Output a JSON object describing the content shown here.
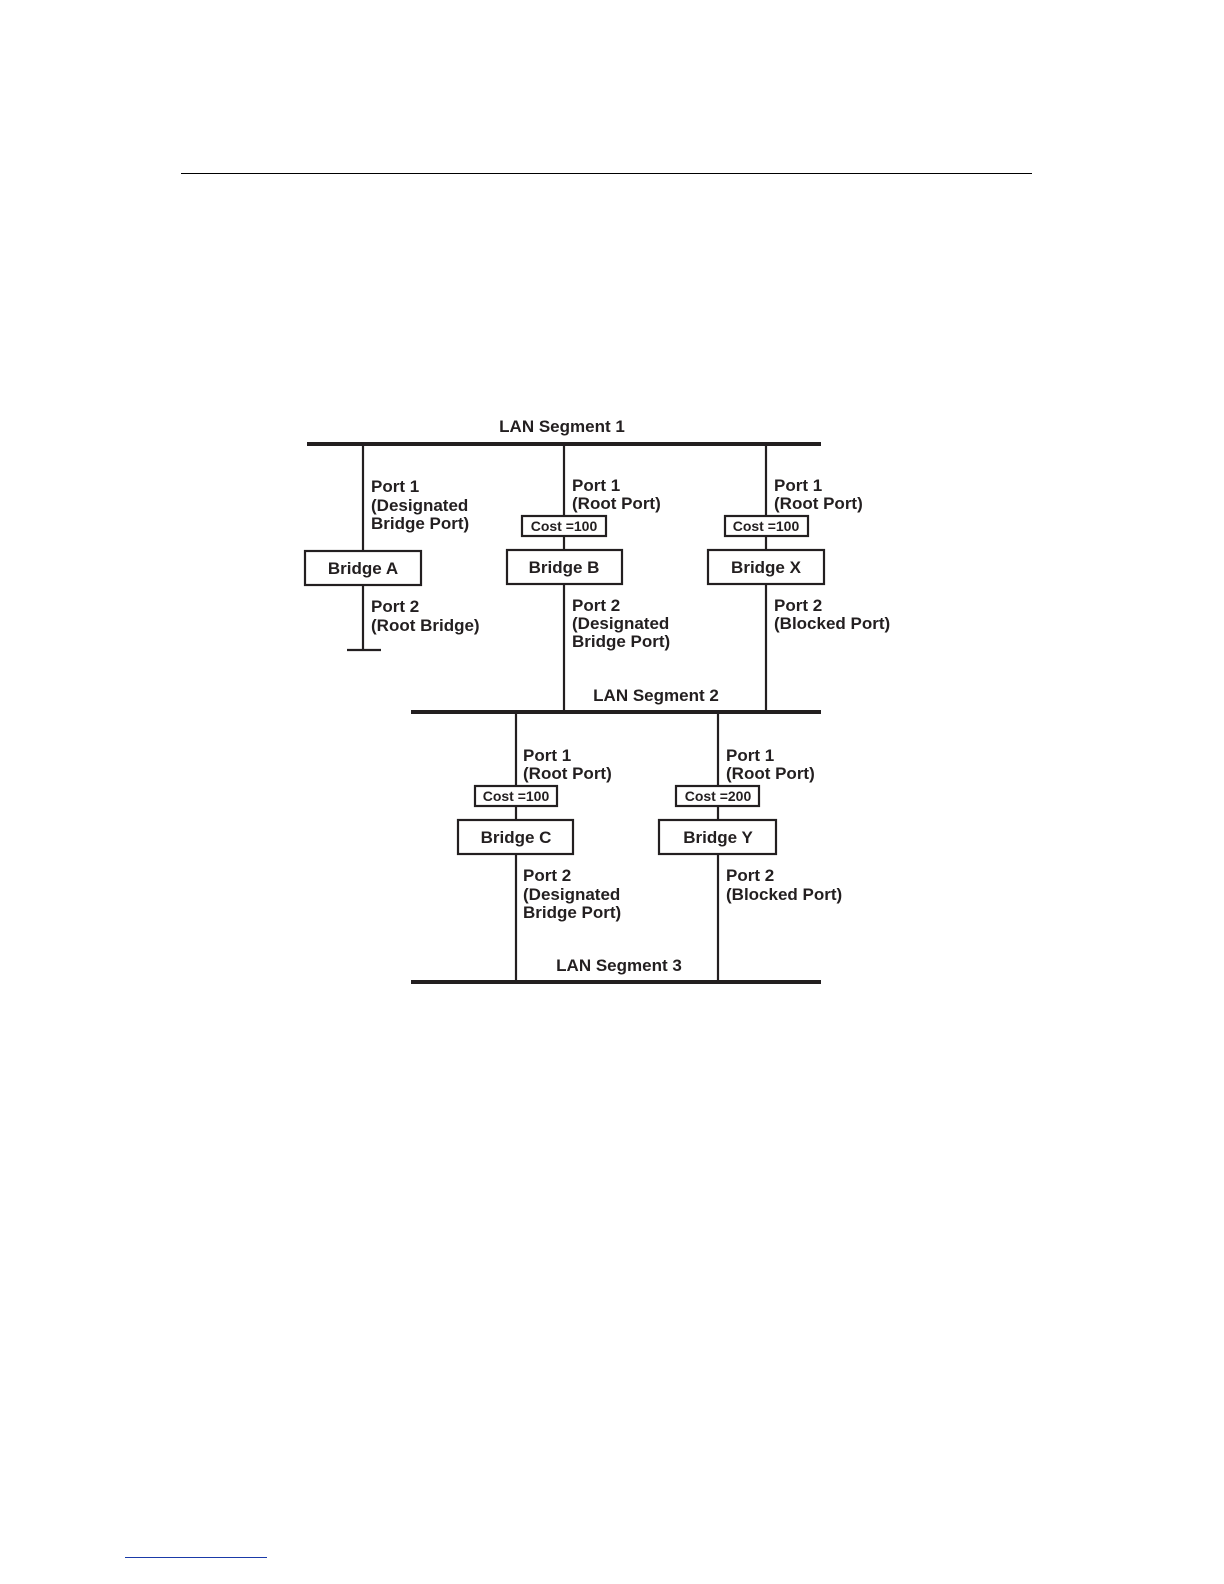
{
  "segments": {
    "seg1": "LAN Segment 1",
    "seg2": "LAN Segment 2",
    "seg3": "LAN Segment 3"
  },
  "bridges": {
    "a": {
      "name": "Bridge A",
      "port1": [
        "Port 1",
        "(Designated",
        "Bridge Port)"
      ],
      "port2": [
        "Port 2",
        "(Root Bridge)"
      ]
    },
    "b": {
      "name": "Bridge B",
      "cost": "Cost =100",
      "port1": [
        "Port 1",
        "(Root Port)"
      ],
      "port2": [
        "Port 2",
        "(Designated",
        "Bridge Port)"
      ]
    },
    "x": {
      "name": "Bridge X",
      "cost": "Cost =100",
      "port1": [
        "Port 1",
        "(Root Port)"
      ],
      "port2": [
        "Port 2",
        "(Blocked Port)"
      ]
    },
    "c": {
      "name": "Bridge C",
      "cost": "Cost =100",
      "port1": [
        "Port 1",
        "(Root Port)"
      ],
      "port2": [
        "Port 2",
        "(Designated",
        "Bridge Port)"
      ]
    },
    "y": {
      "name": "Bridge Y",
      "cost": "Cost =200",
      "port1": [
        "Port 1",
        "(Root Port)"
      ],
      "port2": [
        "Port 2",
        "(Blocked Port)"
      ]
    }
  },
  "colors": {
    "ink": "#231f20",
    "link_rule": "#1a3aa8"
  }
}
